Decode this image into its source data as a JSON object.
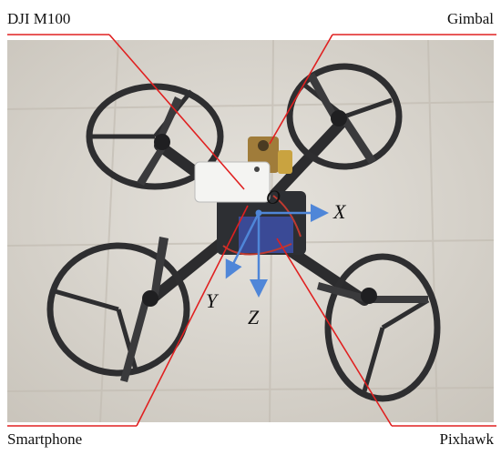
{
  "callouts": {
    "dji": "DJI M100",
    "gimbal": "Gimbal",
    "smartphone": "Smartphone",
    "pixhawk": "Pixhawk"
  },
  "axes": {
    "origin": "O",
    "x": "X",
    "y": "Y",
    "z": "Z"
  },
  "colors": {
    "leader_line": "#e02020",
    "axis_arrow": "#4f86d8",
    "floor": "#d9d5ce",
    "frame": "#2c2c2e"
  }
}
